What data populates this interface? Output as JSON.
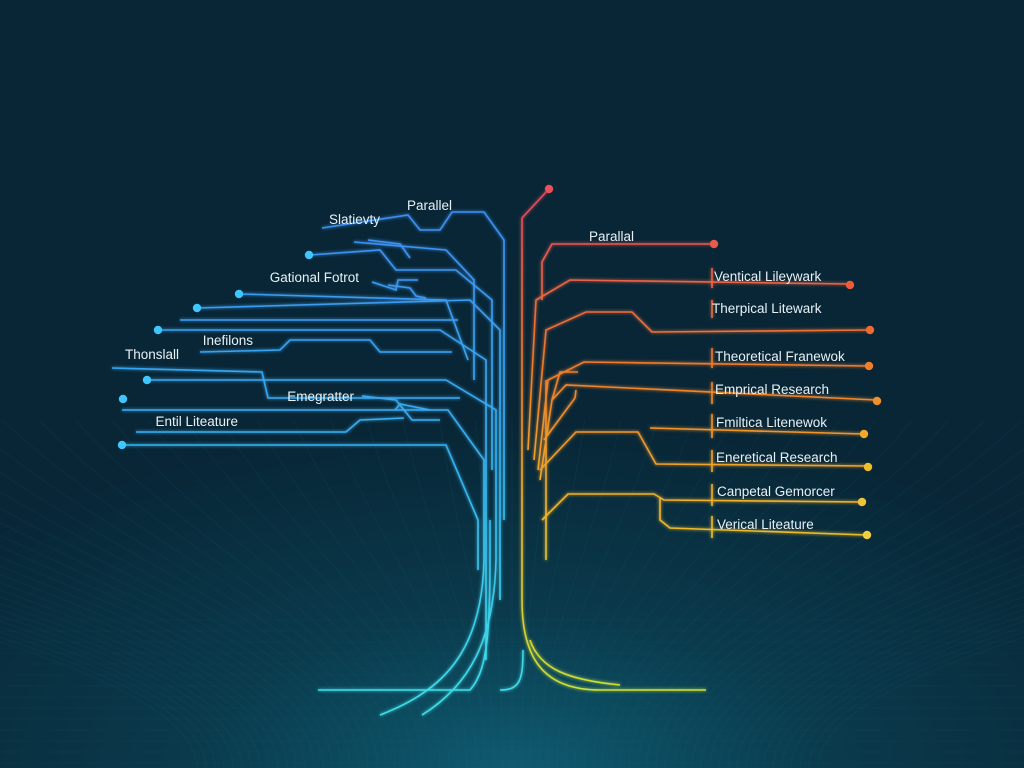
{
  "left_branch": {
    "color": "#3fa9ff",
    "labels": [
      "Parallel",
      "Slatievty",
      "Gational Fotrot",
      "Inefilons",
      "Thonslall",
      "Emegratter",
      "Entil Liteature"
    ]
  },
  "right_branch": {
    "labels": [
      "Parallal",
      "Ventical Lileywark",
      "Therpical Litewark",
      "Theoretical Franewok",
      "Emprical Research",
      "Fmiltica Litenewok",
      "Eneretical Research",
      "Canpetal Gemorcer",
      "Verical Liteature"
    ],
    "node_colors": [
      "#e8505b",
      "#e85a4a",
      "#ee5a3a",
      "#ef6a30",
      "#f07e2a",
      "#f0902a",
      "#f2a82a",
      "#f0bd2c",
      "#ecc43a",
      "#f0d040"
    ]
  },
  "colors": {
    "background": "#082636",
    "left_stroke": "#35a8f0",
    "right_stroke_top": "#e8485e",
    "right_stroke_bottom": "#d8e030"
  }
}
